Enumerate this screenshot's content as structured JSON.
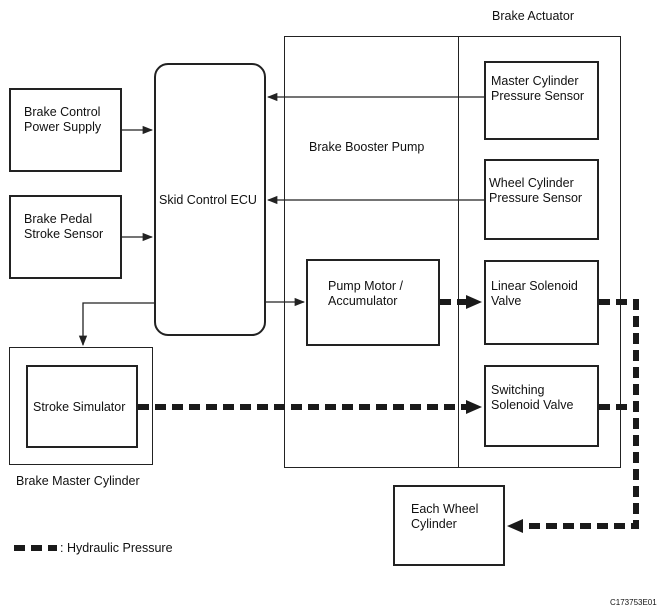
{
  "figure_id": "C173753E01",
  "brake_actuator": {
    "title": "Brake Actuator",
    "brake_booster_pump": "Brake Booster Pump",
    "master_cylinder_pressure_sensor": "Master Cylinder\nPressure Sensor",
    "wheel_cylinder_pressure_sensor": "Wheel Cylinder\nPressure Sensor",
    "pump_motor_accumulator": "Pump Motor /\nAccumulator",
    "linear_solenoid_valve": "Linear Solenoid\nValve",
    "switching_solenoid_valve": "Switching\nSolenoid Valve"
  },
  "brake_control_power_supply": "Brake Control\nPower Supply",
  "brake_pedal_stroke_sensor": "Brake Pedal\nStroke Sensor",
  "skid_control_ecu": "Skid Control ECU",
  "brake_master_cylinder": {
    "title": "Brake Master Cylinder",
    "stroke_simulator": "Stroke Simulator"
  },
  "each_wheel_cylinder": "Each Wheel\nCylinder",
  "legend": {
    "hydraulic_pressure": ": Hydraulic Pressure"
  }
}
